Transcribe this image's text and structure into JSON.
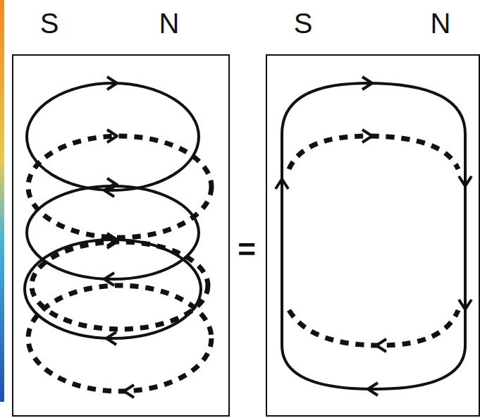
{
  "diagram": {
    "labels": [
      "S",
      "N",
      "S",
      "N",
      "="
    ]
  }
}
